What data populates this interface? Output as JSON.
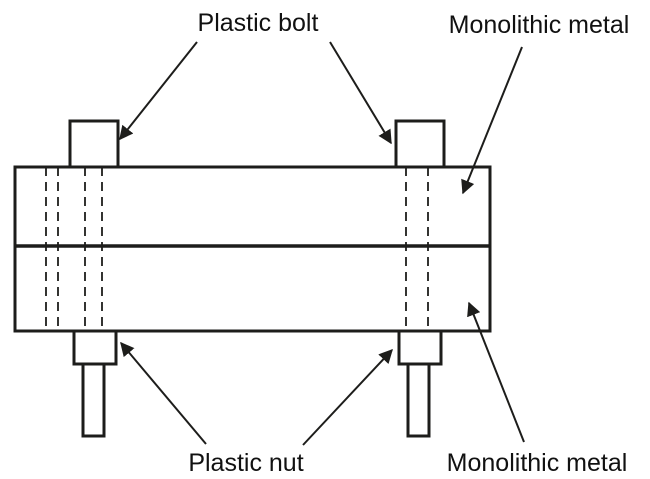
{
  "diagram": {
    "type": "technical-diagram",
    "subject": "bolted-joint-cross-section",
    "labels": {
      "plastic_bolt": "Plastic bolt",
      "monolithic_metal_top": "Monolithic metal",
      "plastic_nut": "Plastic nut",
      "monolithic_metal_bottom": "Monolithic metal"
    },
    "colors": {
      "line": "#1d1d1b",
      "text": "#111111",
      "background": "#ffffff"
    }
  }
}
